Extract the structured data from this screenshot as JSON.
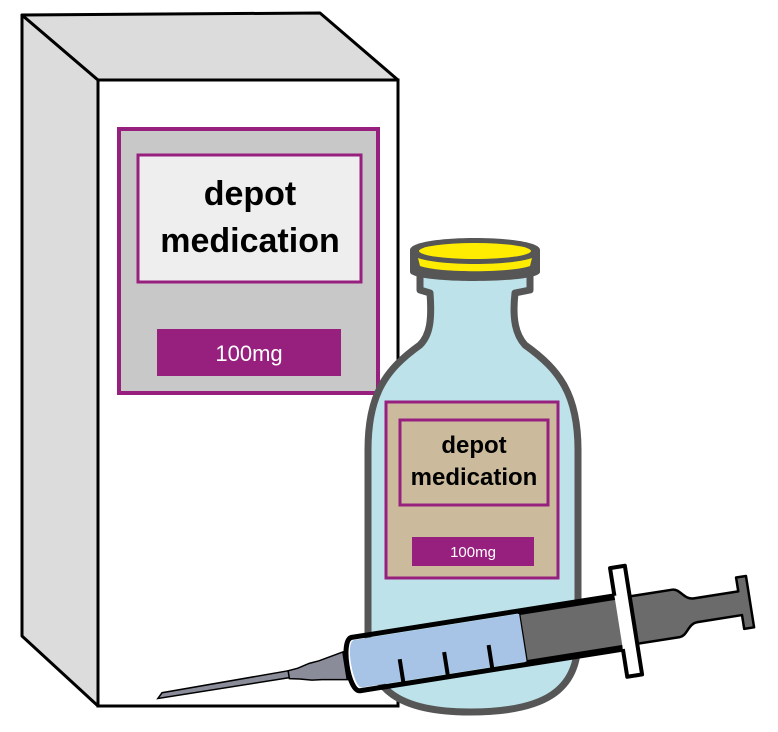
{
  "box": {
    "label_line1": "depot",
    "label_line2": "medication",
    "dose": "100mg"
  },
  "bottle": {
    "label_line1": "depot",
    "label_line2": "medication",
    "dose": "100mg"
  },
  "colors": {
    "purple": "#97207f",
    "bottle_fill": "#bde2ea",
    "bottle_stroke": "#565656",
    "cap_yellow": "#ffec00",
    "bottle_label": "#cbbb9c",
    "syringe_fluid": "#a7c3e6",
    "plunger": "#6b6b6b"
  }
}
